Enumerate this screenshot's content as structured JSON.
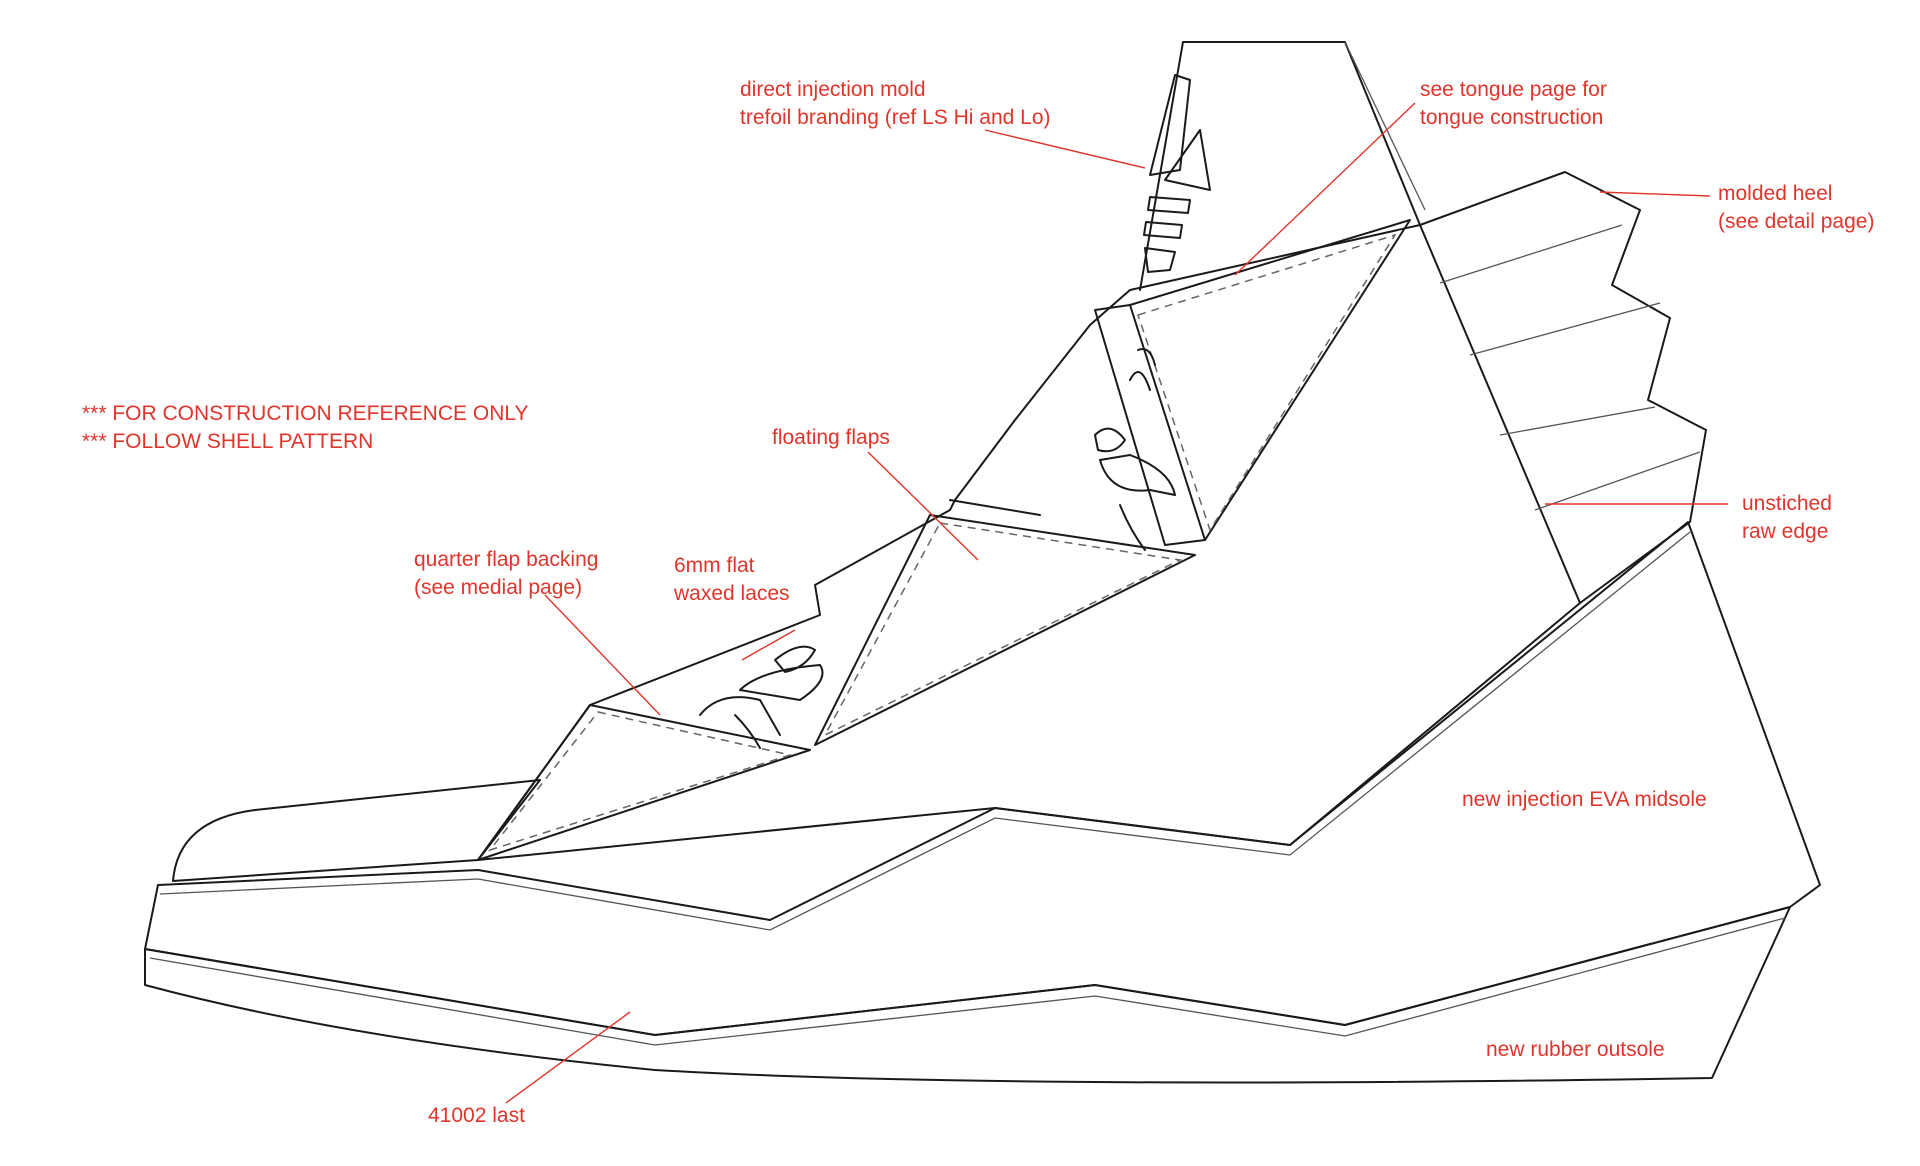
{
  "notes": {
    "line1": "*** FOR CONSTRUCTION REFERENCE ONLY",
    "line2": "*** FOLLOW SHELL PATTERN"
  },
  "callouts": {
    "direct_injection": [
      "direct injection mold",
      "trefoil branding (ref LS Hi and Lo)"
    ],
    "tongue": [
      "see tongue page for",
      "tongue construction"
    ],
    "molded_heel": [
      "molded heel",
      "(see detail page)"
    ],
    "floating_flaps": [
      "floating flaps"
    ],
    "quarter_flap": [
      "quarter flap backing",
      "(see medial page)"
    ],
    "laces": [
      "6mm flat",
      "waxed laces"
    ],
    "raw_edge": [
      "unstiched",
      "raw edge"
    ],
    "midsole": [
      "new injection EVA midsole"
    ],
    "outsole": [
      "new rubber outsole"
    ],
    "last": [
      "41002 last"
    ]
  },
  "colors": {
    "annotation": "#e0352b",
    "line": "#1a1a1a",
    "background": "#ffffff"
  }
}
